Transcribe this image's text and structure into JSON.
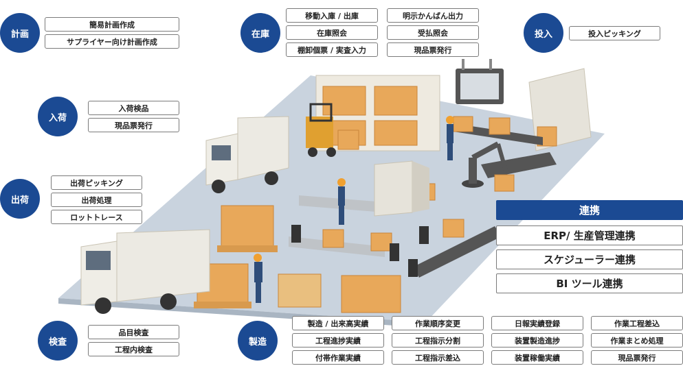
{
  "categories": {
    "plan": {
      "label": "計画",
      "items": [
        "簡易計画作成",
        "サプライヤー向け計画作成"
      ]
    },
    "arrival": {
      "label": "入荷",
      "items": [
        "入荷検品",
        "現品票発行"
      ]
    },
    "shipping": {
      "label": "出荷",
      "items": [
        "出荷ピッキング",
        "出荷処理",
        "ロットトレース"
      ]
    },
    "inspection": {
      "label": "検査",
      "items": [
        "品目検査",
        "工程内検査"
      ]
    },
    "inventory": {
      "label": "在庫",
      "col1": [
        "移動入庫 / 出庫",
        "在庫照会",
        "棚卸個票 / 実査入力"
      ],
      "col2": [
        "明示かんばん出力",
        "受払照会",
        "現品票発行"
      ]
    },
    "input": {
      "label": "投入",
      "items": [
        "投入ピッキング"
      ]
    },
    "manufacturing": {
      "label": "製造",
      "col1": [
        "製造 / 出来高実績",
        "工程進捗実績",
        "付帯作業実績"
      ],
      "col2": [
        "作業順序変更",
        "工程指示分割",
        "工程指示差込"
      ],
      "col3": [
        "日報実績登録",
        "装置製造進捗",
        "装置稼働実績"
      ],
      "col4": [
        "作業工程差込",
        "作業まとめ処理",
        "現品票発行"
      ]
    },
    "integration": {
      "label": "連携",
      "items": [
        "ERP/ 生産管理連携",
        "スケジューラー連携",
        "BI ツール連携"
      ]
    }
  },
  "colors": {
    "accent": "#1b4a93",
    "floor": "#c9d3de",
    "box": "#e8a85a",
    "truck": "#eceae3"
  }
}
